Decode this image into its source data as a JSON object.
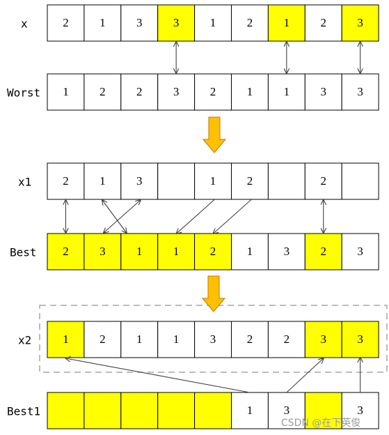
{
  "colors": {
    "highlight": "#ffff00",
    "plain": "#ffffff",
    "arrow_fill": "#ffc000",
    "arrow_stroke": "#c07800",
    "line": "#404040",
    "dashed_box": "#a6a6a6"
  },
  "rows": [
    {
      "id": "x",
      "label": "x",
      "cells": [
        "2",
        "1",
        "3",
        "3",
        "1",
        "2",
        "1",
        "2",
        "3"
      ],
      "highlight": [
        false,
        false,
        false,
        true,
        false,
        false,
        true,
        false,
        true
      ]
    },
    {
      "id": "worst",
      "label": "Worst",
      "cells": [
        "1",
        "2",
        "2",
        "3",
        "2",
        "1",
        "1",
        "3",
        "3"
      ],
      "highlight": [
        false,
        false,
        false,
        false,
        false,
        false,
        false,
        false,
        false
      ]
    },
    {
      "id": "x1",
      "label": "x1",
      "cells": [
        "2",
        "1",
        "3",
        "",
        "1",
        "2",
        "",
        "2",
        ""
      ],
      "highlight": [
        false,
        false,
        false,
        false,
        false,
        false,
        false,
        false,
        false
      ]
    },
    {
      "id": "best",
      "label": "Best",
      "cells": [
        "2",
        "3",
        "1",
        "1",
        "2",
        "1",
        "3",
        "2",
        "3"
      ],
      "highlight": [
        true,
        true,
        true,
        true,
        true,
        false,
        false,
        true,
        false
      ]
    },
    {
      "id": "x2",
      "label": "x2",
      "cells": [
        "1",
        "2",
        "1",
        "1",
        "3",
        "2",
        "2",
        "3",
        "3"
      ],
      "highlight": [
        true,
        false,
        false,
        false,
        false,
        false,
        false,
        true,
        true
      ]
    },
    {
      "id": "best1",
      "label": "Best1",
      "cells": [
        "",
        "",
        "",
        "",
        "",
        "1",
        "3",
        "",
        "3"
      ],
      "highlight": [
        true,
        true,
        true,
        true,
        true,
        false,
        false,
        true,
        false
      ]
    }
  ],
  "connectors": [
    {
      "from": "x.3",
      "to": "worst.3",
      "kind": "double"
    },
    {
      "from": "x.6",
      "to": "worst.6",
      "kind": "double"
    },
    {
      "from": "x.8",
      "to": "worst.8",
      "kind": "double"
    },
    {
      "from": "x1.0",
      "to": "best.0",
      "kind": "double"
    },
    {
      "from": "x1.1",
      "to": "best.2",
      "kind": "double"
    },
    {
      "from": "x1.2",
      "to": "best.1",
      "kind": "double"
    },
    {
      "from": "x1.4",
      "to": "best.3",
      "kind": "single-down"
    },
    {
      "from": "x1.5",
      "to": "best.4",
      "kind": "single-down"
    },
    {
      "from": "x1.7",
      "to": "best.7",
      "kind": "double"
    },
    {
      "from": "best1.5",
      "to": "x2.0",
      "kind": "single-up"
    },
    {
      "from": "best1.6",
      "to": "x2.7",
      "kind": "single-up"
    },
    {
      "from": "best1.8",
      "to": "x2.8",
      "kind": "single-up"
    }
  ],
  "watermark": "CSDN @在下英俊"
}
